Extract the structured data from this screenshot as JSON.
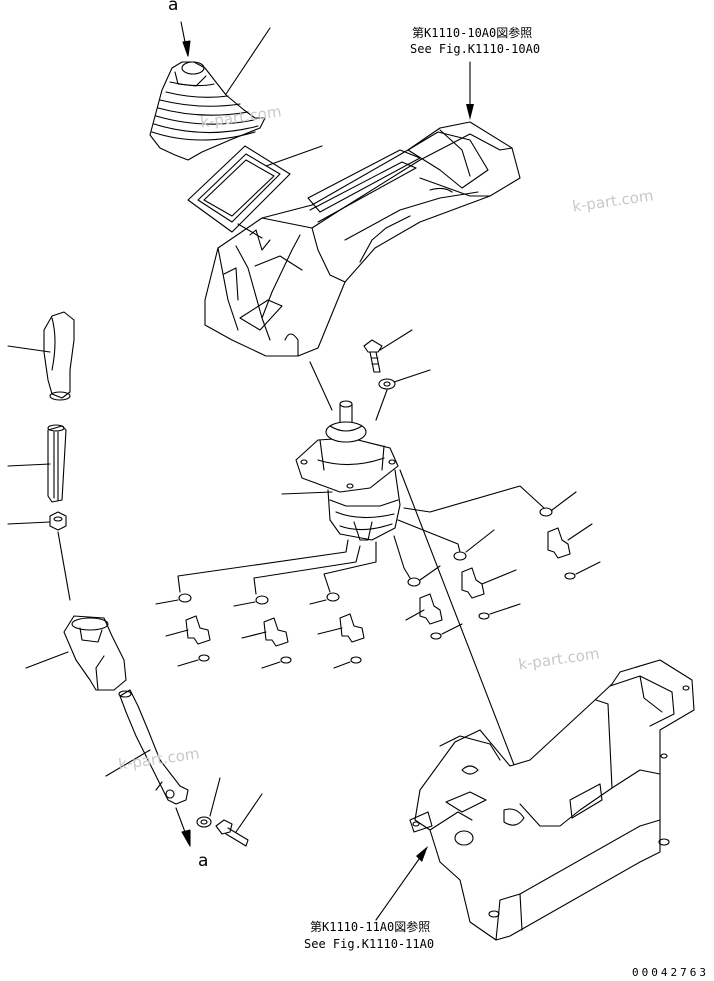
{
  "view_marker_top": "a",
  "view_marker_bottom": "a",
  "ref_top_jp": "第K1110-10A0図参照",
  "ref_top_en": "See Fig.K1110-10A0",
  "ref_bottom_jp": "第K1110-11A0図参照",
  "ref_bottom_en": "See Fig.K1110-11A0",
  "watermark": "k-part.com",
  "serial": "00042763"
}
